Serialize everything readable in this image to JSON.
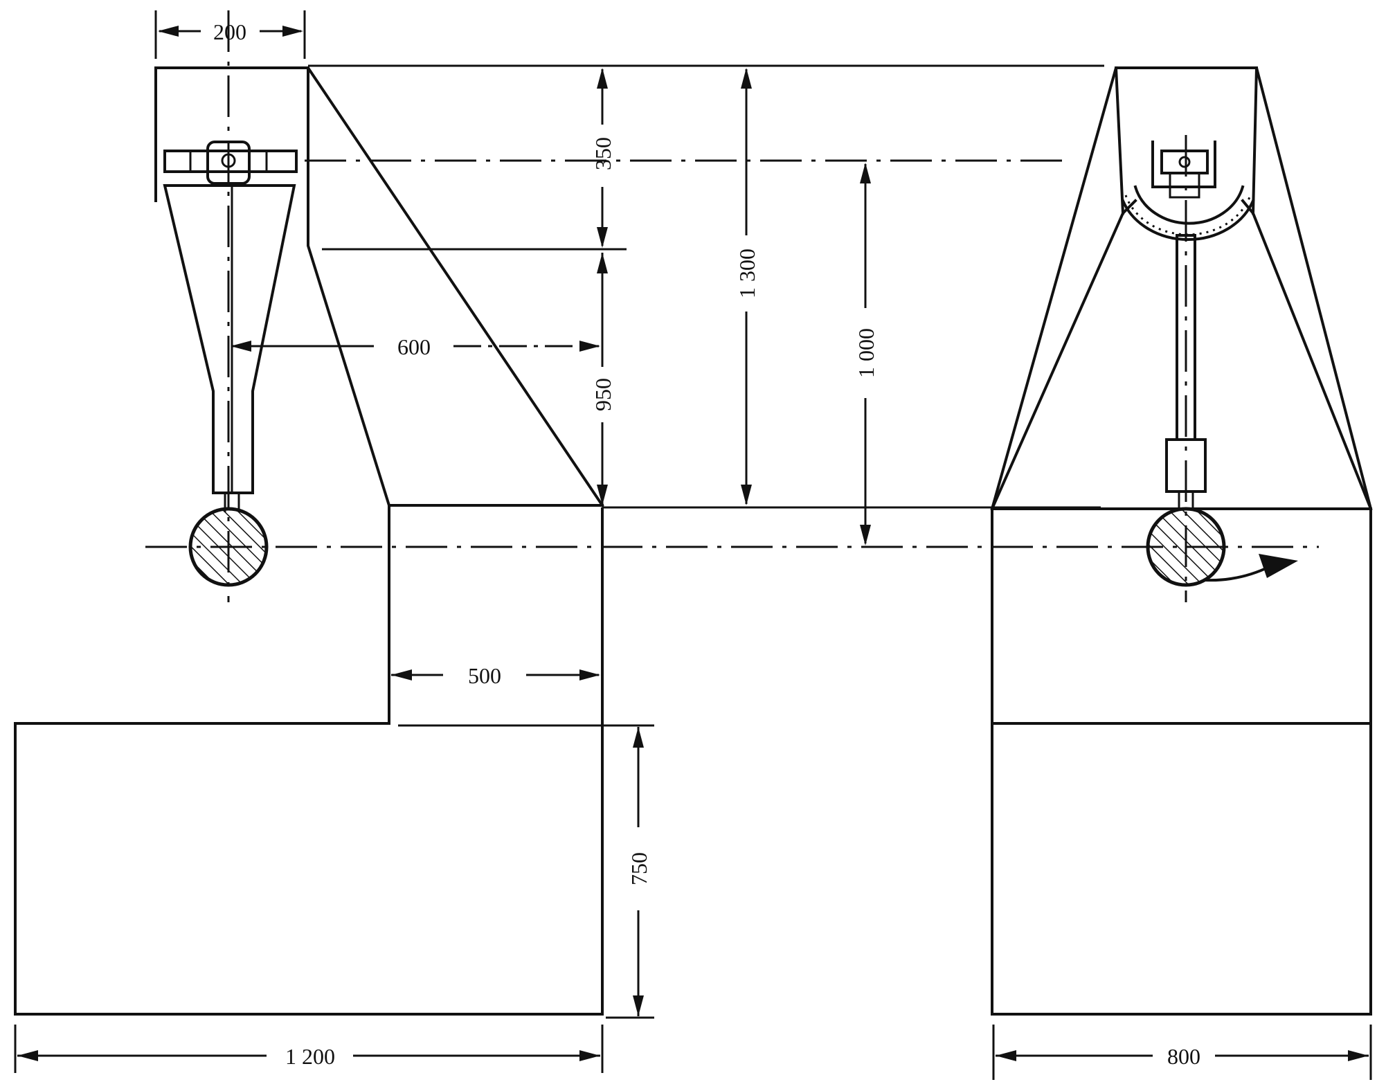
{
  "dimensions": {
    "top_width": "200",
    "top_upper_height": "350",
    "total_height": "1 300",
    "pendulum_height": "1 000",
    "reach": "600",
    "lower_height": "950",
    "pedestal_width": "500",
    "base_height": "750",
    "base_width_left": "1 200",
    "base_width_right": "800"
  },
  "colors": {
    "ink": "#111111",
    "paper": "#ffffff"
  }
}
